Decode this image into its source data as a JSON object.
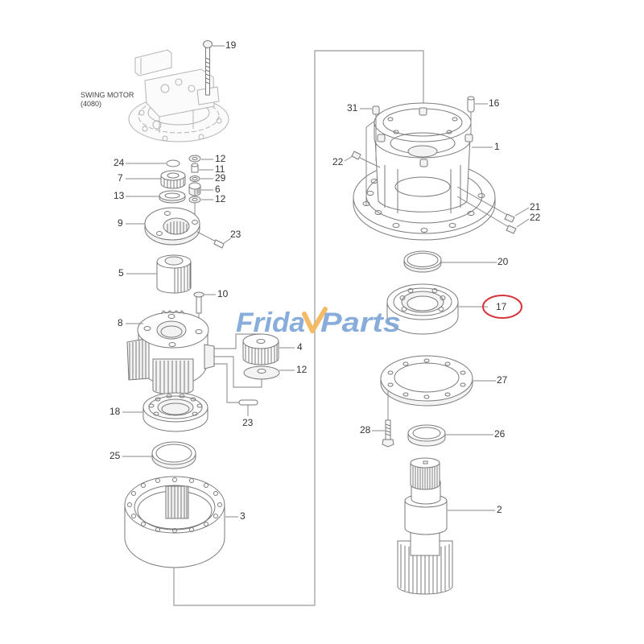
{
  "diagram": {
    "assembly_label": "SWING MOTOR",
    "assembly_code": "(4080)"
  },
  "watermark": {
    "text_left": "Frida",
    "text_right": "Parts",
    "accent_letter": "y",
    "blue": "#7ea7d8",
    "orange": "#f4b55a"
  },
  "highlight": {
    "callout": "17",
    "color": "#d6343b"
  },
  "callouts": [
    {
      "label": "19"
    },
    {
      "label": "24"
    },
    {
      "label": "12"
    },
    {
      "label": "11"
    },
    {
      "label": "7"
    },
    {
      "label": "29"
    },
    {
      "label": "13"
    },
    {
      "label": "6"
    },
    {
      "label": "12"
    },
    {
      "label": "9"
    },
    {
      "label": "23"
    },
    {
      "label": "5"
    },
    {
      "label": "10"
    },
    {
      "label": "8"
    },
    {
      "label": "4"
    },
    {
      "label": "12"
    },
    {
      "label": "18"
    },
    {
      "label": "23"
    },
    {
      "label": "25"
    },
    {
      "label": "3"
    },
    {
      "label": "31"
    },
    {
      "label": "16"
    },
    {
      "label": "1"
    },
    {
      "label": "22"
    },
    {
      "label": "21"
    },
    {
      "label": "22"
    },
    {
      "label": "20"
    },
    {
      "label": "17"
    },
    {
      "label": "27"
    },
    {
      "label": "28"
    },
    {
      "label": "26"
    },
    {
      "label": "2"
    }
  ]
}
